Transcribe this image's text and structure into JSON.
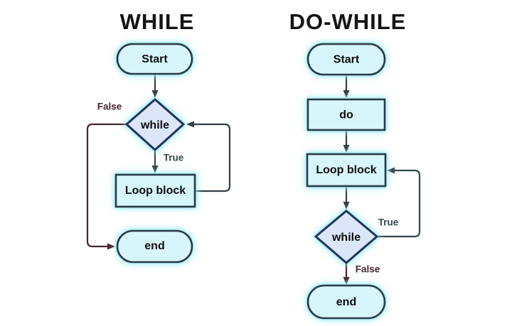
{
  "diagram": {
    "description": "Comparison of WHILE and DO-WHILE loop flowcharts",
    "colors": {
      "background": "#ffffff",
      "node_fill": "#d6f6fb",
      "diamond_fill": "#dbe6f8",
      "node_border": "#2c3a45",
      "diamond_border": "#22345a",
      "arrow": "#333e46",
      "true_color": "#35474b",
      "false_color": "#44262d",
      "text_color": "#0d0d0d",
      "title_color": "#141414",
      "glow": "#aeeef8"
    },
    "charts": [
      {
        "title": "WHILE",
        "nodes": {
          "start": "Start",
          "condition": "while",
          "loop_block": "Loop block",
          "end": "end"
        },
        "branch_labels": {
          "true_label": "True",
          "false_label": "False"
        }
      },
      {
        "title": "DO-WHILE",
        "nodes": {
          "start": "Start",
          "do": "do",
          "loop_block": "Loop block",
          "condition": "while",
          "end": "end"
        },
        "branch_labels": {
          "true_label": "True",
          "false_label": "False"
        }
      }
    ]
  }
}
